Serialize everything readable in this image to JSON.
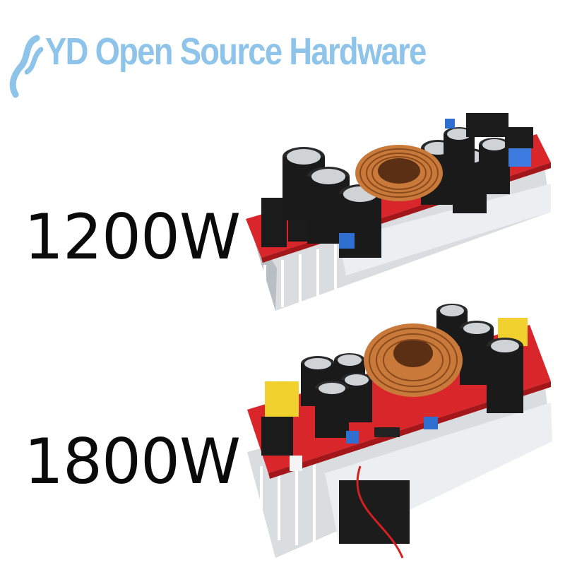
{
  "watermark": {
    "text": "YD Open Source Hardware",
    "color": "#8fc4ea"
  },
  "products": [
    {
      "label": "1200W"
    },
    {
      "label": "1800W"
    }
  ],
  "colors": {
    "pcb": "#d8262a",
    "heatsink": "#dfe3e6",
    "capacitor": "#1a1a1a",
    "inductor_copper": "#c97a3a",
    "trimpot": "#2f6fd0",
    "fuse": "#f1d12e"
  }
}
